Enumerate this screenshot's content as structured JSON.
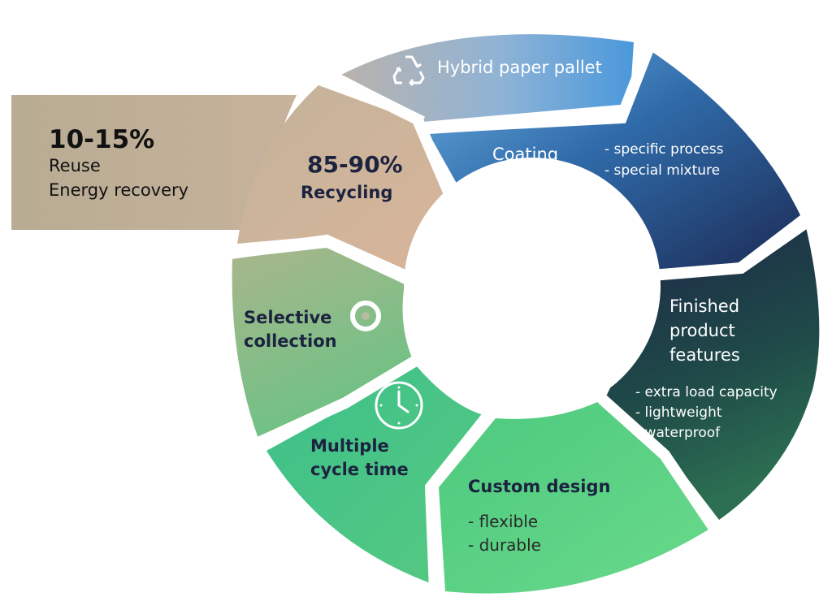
{
  "diagram": {
    "left_box": {
      "percent": "10-15%",
      "line1": "Reuse",
      "line2": "Energy recovery"
    },
    "segments": {
      "hybrid": {
        "label": "Hybrid paper pallet",
        "icon": "recycle-icon"
      },
      "coating": {
        "label": "Coating",
        "bullets": [
          "- specific process",
          "- special mixture"
        ]
      },
      "finished": {
        "title_lines": [
          "Finished",
          "product",
          "features"
        ],
        "bullets": [
          "- extra load capacity",
          "- lightweight",
          "- waterproof"
        ]
      },
      "custom": {
        "title": "Custom design",
        "bullets": [
          "- flexible",
          "- durable"
        ]
      },
      "multiple": {
        "lines": [
          "Multiple",
          "cycle time"
        ],
        "icon": "clock-icon"
      },
      "selective": {
        "lines": [
          "Selective",
          "collection"
        ],
        "icon": "target-icon"
      },
      "recycling": {
        "percent": "85-90%",
        "label": "Recycling"
      }
    },
    "colors": {
      "navy": "#1c2340",
      "blue": "#4f9fdf",
      "green": "#4fcf82",
      "tan": "#c8b096"
    }
  }
}
